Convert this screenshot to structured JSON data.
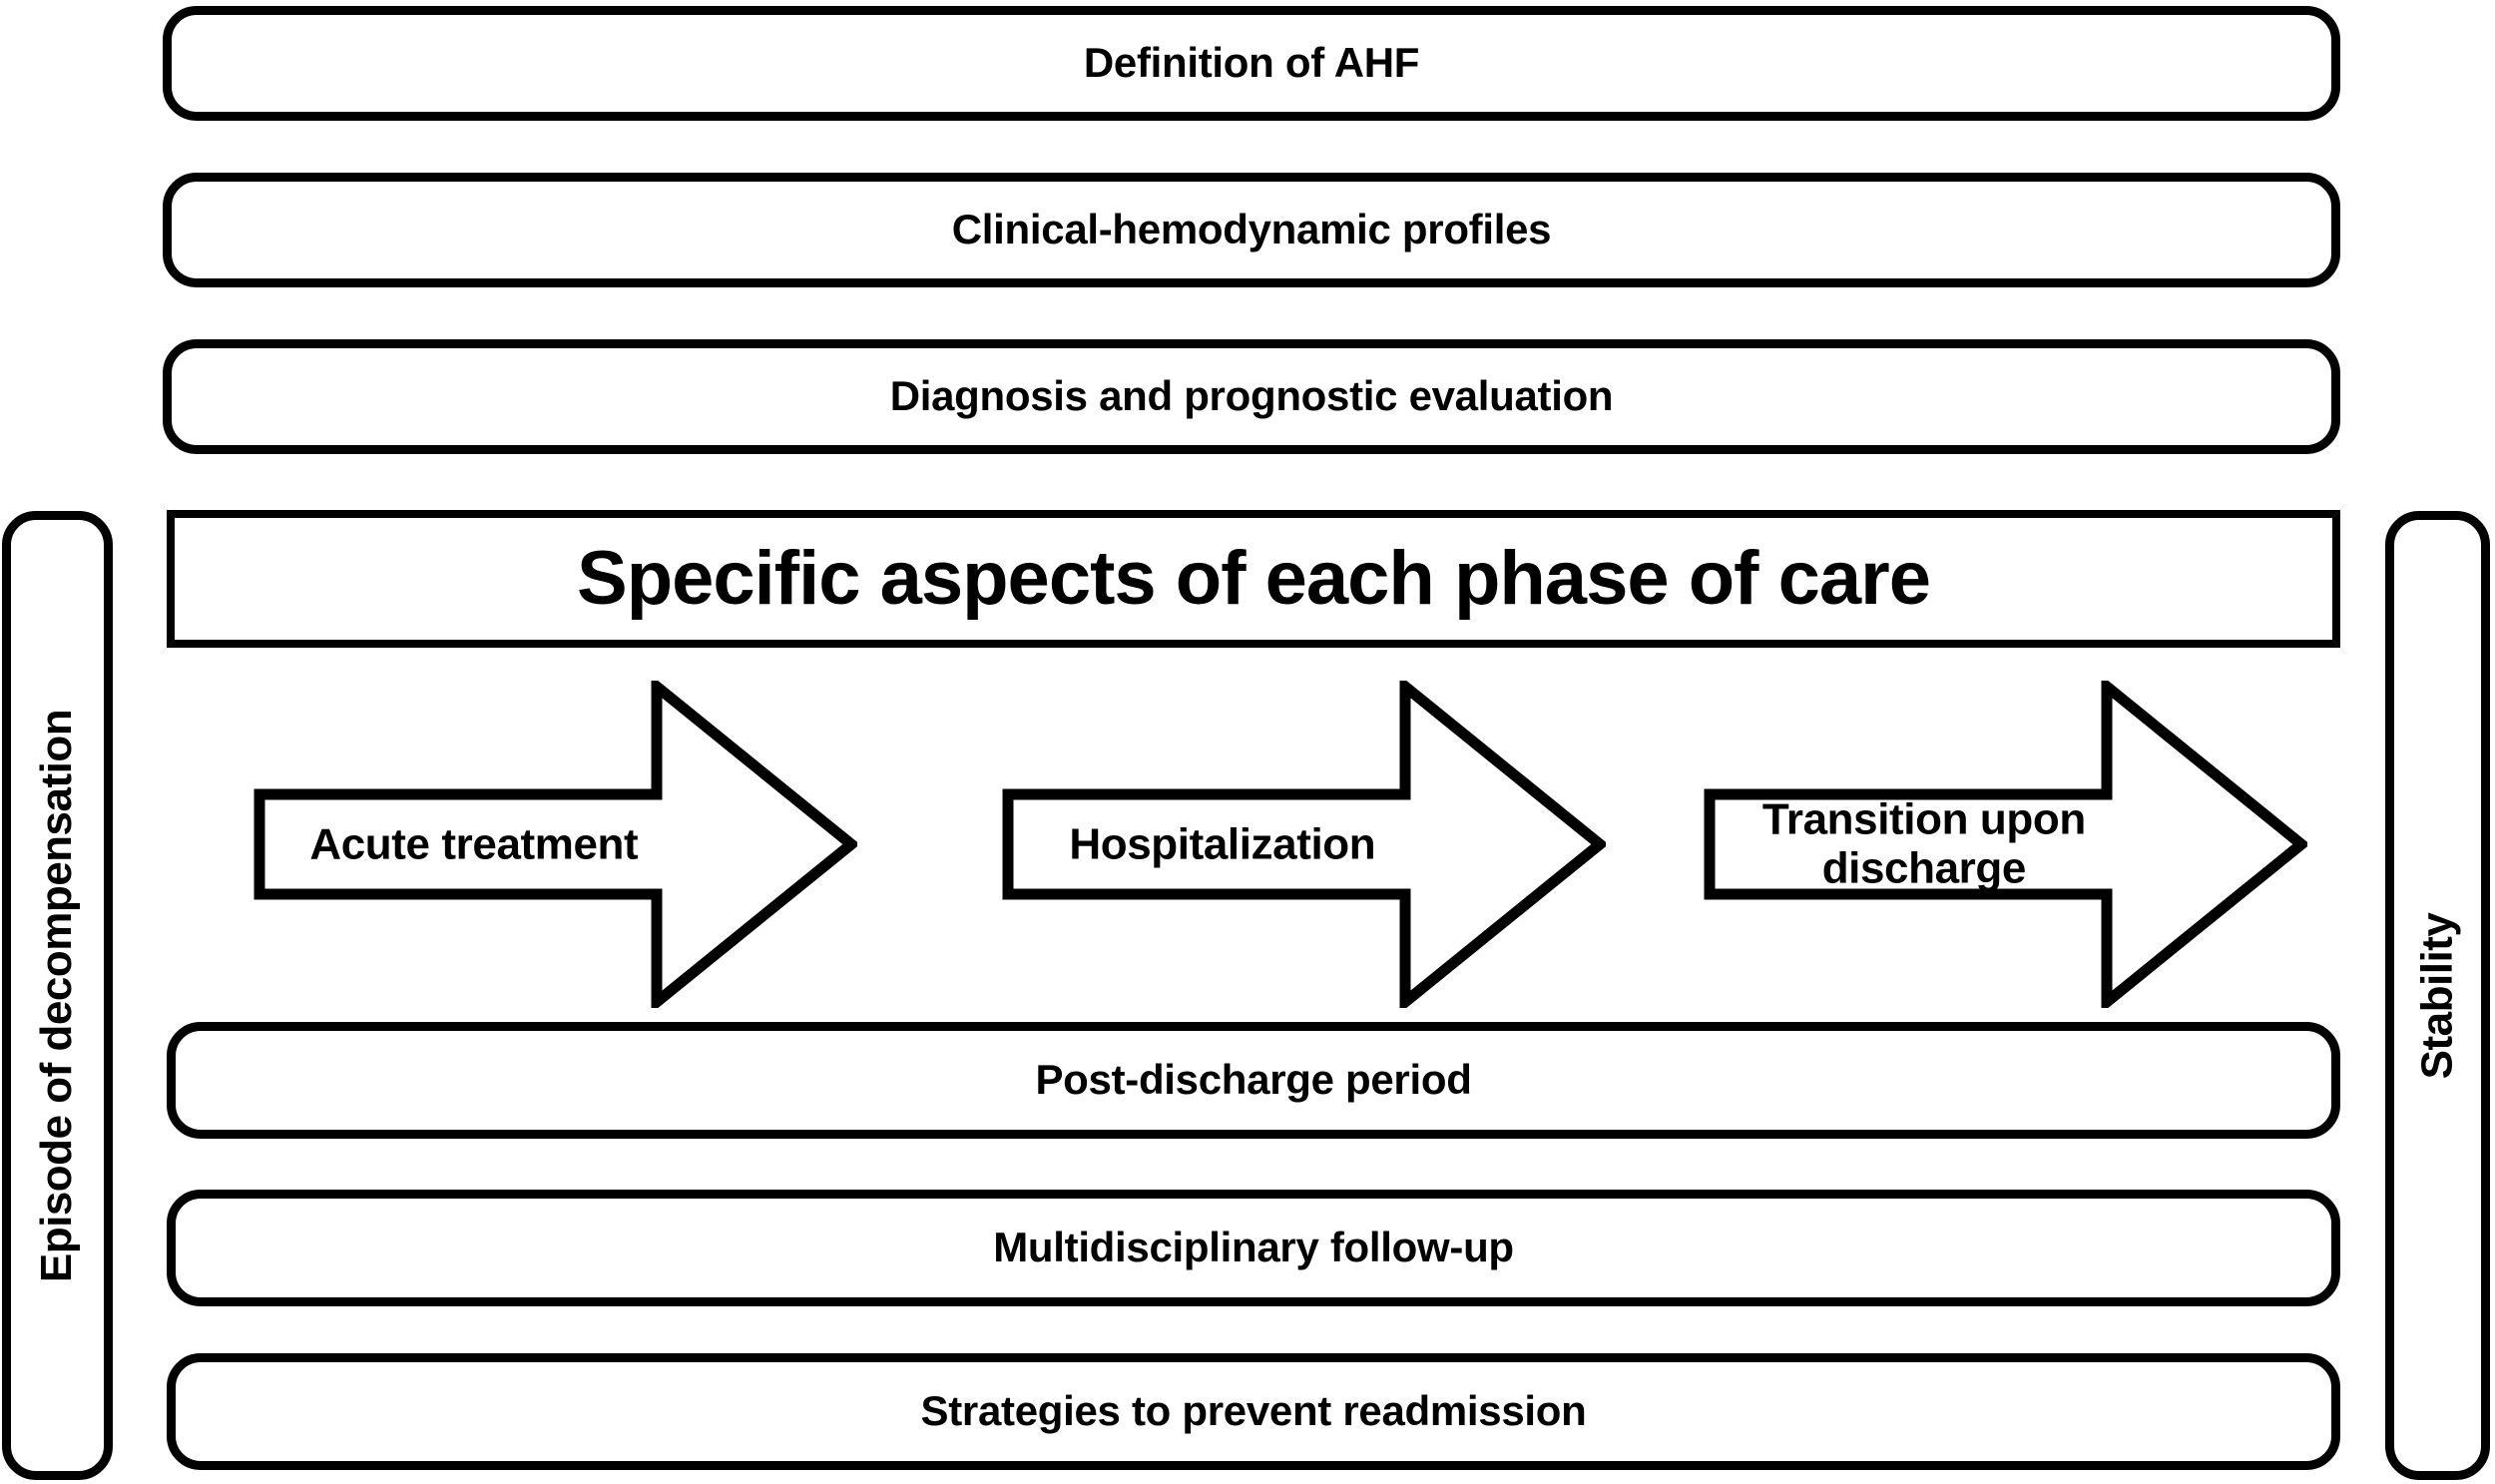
{
  "diagram": {
    "title": "Specific aspects of each phase of care",
    "background_color": "#ffffff",
    "stroke_color": "#000000",
    "left_panel": {
      "label": "Episode of decompensation"
    },
    "right_panel": {
      "label": "Stability"
    },
    "top_bars": [
      {
        "label": "Definition of AHF"
      },
      {
        "label": "Clinical-hemodynamic profiles"
      },
      {
        "label": "Diagnosis and prognostic evaluation"
      }
    ],
    "emphasis_bar": {
      "label": "Specific aspects of each phase of care"
    },
    "phase_arrows": [
      {
        "line1": "Acute treatment",
        "line2": ""
      },
      {
        "line1": "Hospitalization",
        "line2": ""
      },
      {
        "line1": "Transition upon",
        "line2": "discharge"
      }
    ],
    "bottom_bars": [
      {
        "label": "Post-discharge period"
      },
      {
        "label": "Multidisciplinary follow-up"
      },
      {
        "label": "Strategies to prevent readmission"
      }
    ]
  }
}
